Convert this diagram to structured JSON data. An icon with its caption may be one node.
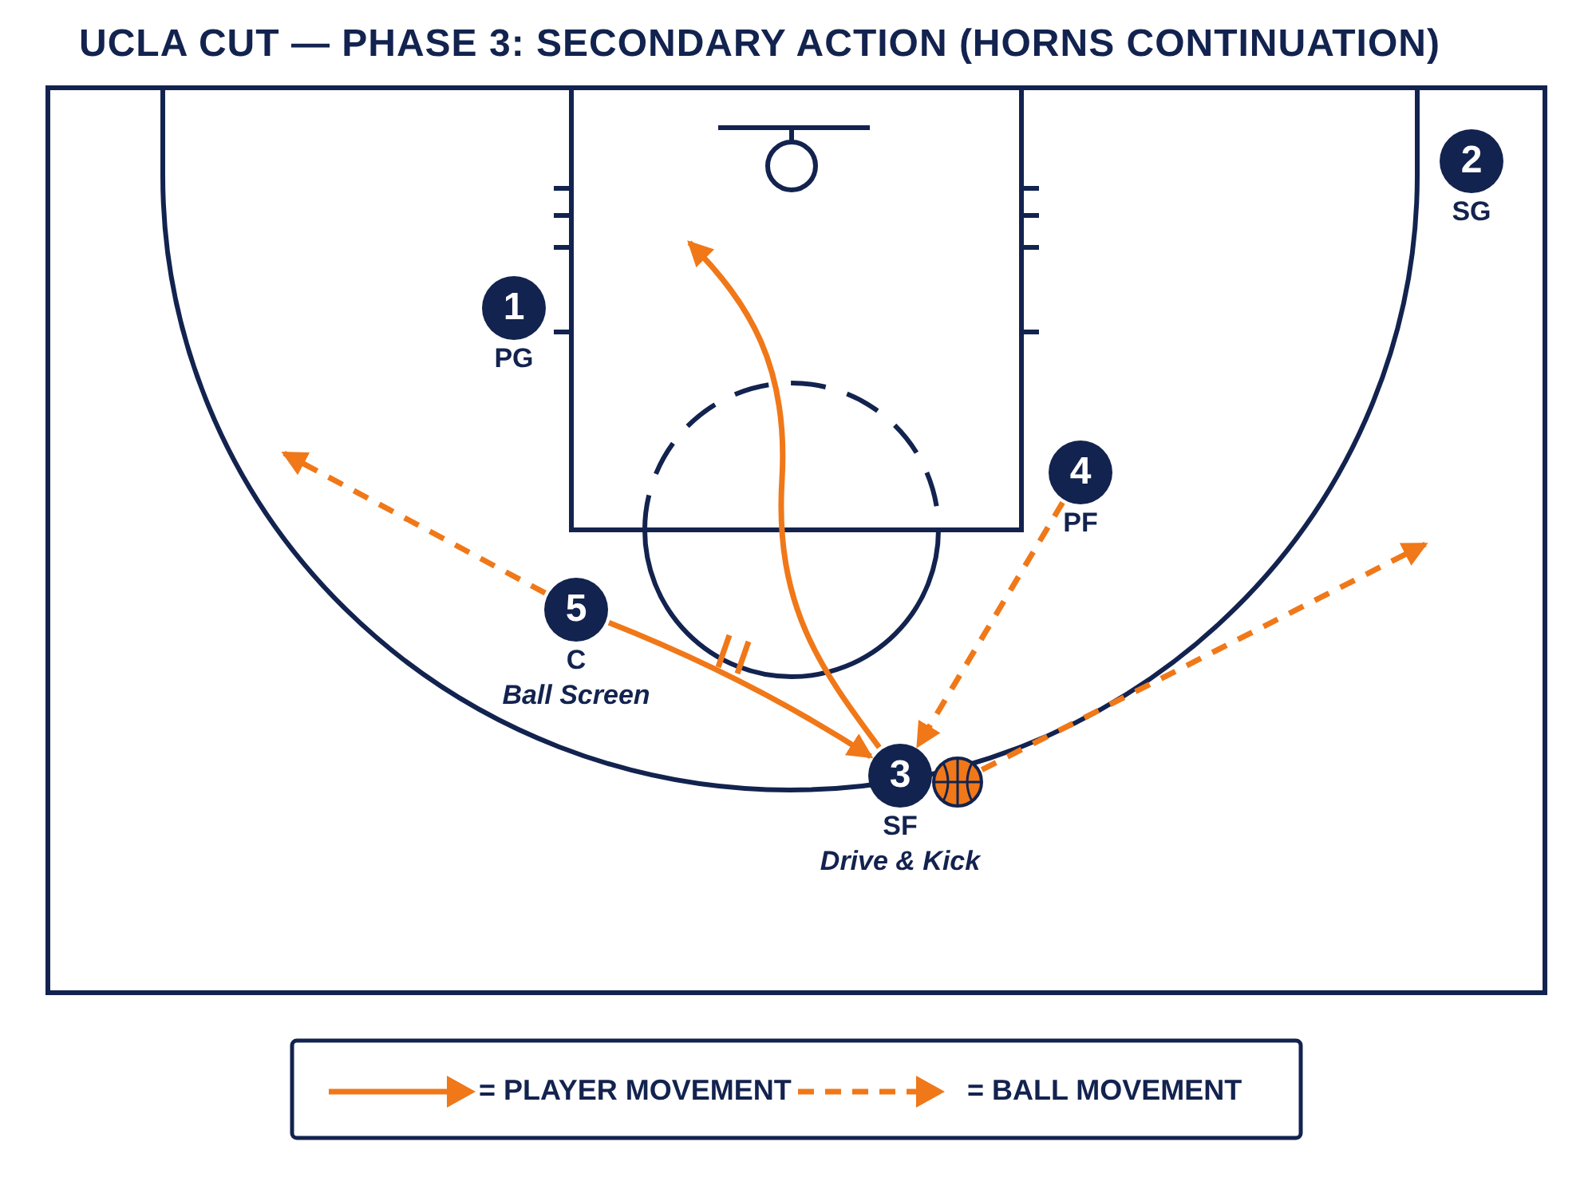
{
  "diagram": {
    "title": "UCLA CUT — PHASE 3: SECONDARY ACTION (HORNS CONTINUATION)",
    "nodes": [
      {
        "text": [
          "1"
        ],
        "beside": [
          "PG"
        ]
      },
      {
        "text": [
          "2"
        ],
        "beside": [
          "SG"
        ]
      },
      {
        "text": [
          "3"
        ],
        "beside": [
          "SF",
          "Drive & Kick"
        ]
      },
      {
        "text": [
          "4"
        ],
        "beside": [
          "PF"
        ]
      },
      {
        "text": [
          "5"
        ],
        "beside": [
          "C",
          "Ball Screen"
        ]
      },
      {
        "text": [],
        "shape": "ball"
      }
    ],
    "edges": [
      {
        "from": 2,
        "to": null,
        "arrow": "to"
      },
      {
        "from": 4,
        "to": 2,
        "arrow": "to"
      },
      {
        "from": 4,
        "to": null,
        "arrow": "to",
        "style": "dashed"
      },
      {
        "from": 3,
        "to": 2,
        "arrow": "to",
        "style": "dashed"
      },
      {
        "from": 5,
        "to": null,
        "arrow": "to",
        "style": "dashed"
      }
    ],
    "legend": [
      {
        "text": "= PLAYER MOVEMENT"
      },
      {
        "text": "= BALL MOVEMENT"
      }
    ]
  }
}
